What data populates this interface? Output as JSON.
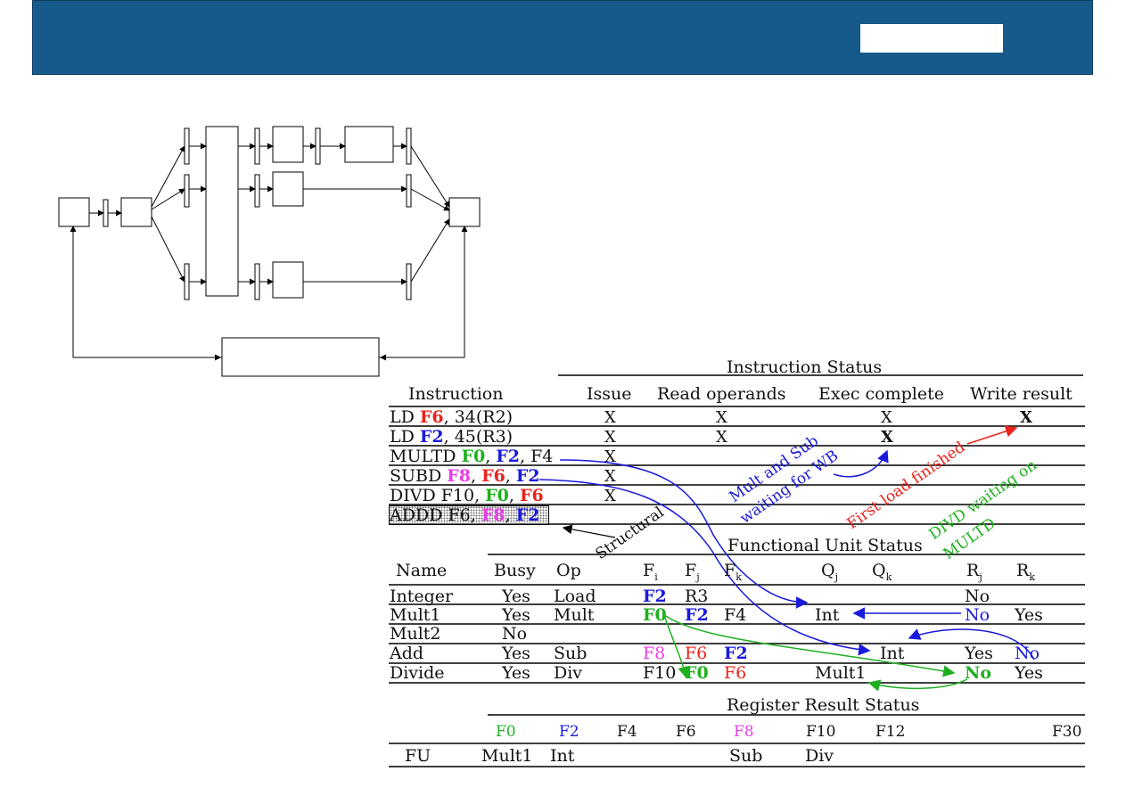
{
  "instruction_status": {
    "title": "Instruction Status",
    "columns": [
      "Instruction",
      "Issue",
      "Read operands",
      "Exec complete",
      "Write result"
    ],
    "rows": [
      {
        "parts": [
          {
            "t": "LD "
          },
          {
            "t": "F6",
            "c": "red"
          },
          {
            "t": ", 34(R2)"
          }
        ],
        "issue": "X",
        "read": "X",
        "exec": "X",
        "write": "X"
      },
      {
        "parts": [
          {
            "t": "LD "
          },
          {
            "t": "F2",
            "c": "blue"
          },
          {
            "t": ", 45(R3)"
          }
        ],
        "issue": "X",
        "read": "X",
        "exec": "X",
        "write": ""
      },
      {
        "parts": [
          {
            "t": "MULTD "
          },
          {
            "t": "F0",
            "c": "green"
          },
          {
            "t": ", "
          },
          {
            "t": "F2",
            "c": "blue"
          },
          {
            "t": ", F4"
          }
        ],
        "issue": "X",
        "read": "",
        "exec": "",
        "write": ""
      },
      {
        "parts": [
          {
            "t": "SUBD "
          },
          {
            "t": "F8",
            "c": "pink"
          },
          {
            "t": ", "
          },
          {
            "t": "F6",
            "c": "red"
          },
          {
            "t": ", "
          },
          {
            "t": "F2",
            "c": "blue"
          }
        ],
        "issue": "X",
        "read": "",
        "exec": "",
        "write": ""
      },
      {
        "parts": [
          {
            "t": "DIVD F10, "
          },
          {
            "t": "F0",
            "c": "green"
          },
          {
            "t": ", "
          },
          {
            "t": "F6",
            "c": "red"
          }
        ],
        "issue": "X",
        "read": "",
        "exec": "",
        "write": ""
      },
      {
        "parts": [
          {
            "t": "ADDD F6, "
          },
          {
            "t": "F8",
            "c": "pink"
          },
          {
            "t": ", "
          },
          {
            "t": "F2",
            "c": "blue"
          }
        ],
        "issue": "",
        "read": "",
        "exec": "",
        "write": ""
      }
    ]
  },
  "functional_unit_status": {
    "title": "Functional Unit Status",
    "columns": [
      "Name",
      "Busy",
      "Op",
      "Fi",
      "Fj",
      "Fk",
      "Qj",
      "Qk",
      "Rj",
      "Rk"
    ],
    "rows": [
      {
        "name": "Integer",
        "busy": "Yes",
        "op": "Load",
        "fi": "F2",
        "fj": "R3",
        "fk": "",
        "qj": "",
        "qk": "",
        "rj": "No",
        "rk": ""
      },
      {
        "name": "Mult1",
        "busy": "Yes",
        "op": "Mult",
        "fi": "F0",
        "fj": "F2",
        "fk": "F4",
        "qj": "Int",
        "qk": "",
        "rj": "No",
        "rk": "Yes"
      },
      {
        "name": "Mult2",
        "busy": "No",
        "op": "",
        "fi": "",
        "fj": "",
        "fk": "",
        "qj": "",
        "qk": "",
        "rj": "",
        "rk": ""
      },
      {
        "name": "Add",
        "busy": "Yes",
        "op": "Sub",
        "fi": "F8",
        "fj": "F6",
        "fk": "F2",
        "qj": "",
        "qk": "Int",
        "rj": "Yes",
        "rk": "No"
      },
      {
        "name": "Divide",
        "busy": "Yes",
        "op": "Div",
        "fi": "F10",
        "fj": "F0",
        "fk": "F6",
        "qj": "Mult1",
        "qk": "",
        "rj": "No",
        "rk": "Yes"
      }
    ]
  },
  "register_result_status": {
    "title": "Register Result Status",
    "registers": [
      "F0",
      "F2",
      "F4",
      "F6",
      "F8",
      "F10",
      "F12",
      "F30"
    ],
    "row_label": "FU",
    "values": [
      "Mult1",
      "Int",
      "",
      "",
      "Sub",
      "Div",
      "",
      ""
    ]
  },
  "annotations": {
    "structural": "Structural",
    "mult_sub": "Mult and Sub",
    "waiting_wb": "waiting for WB",
    "first_load": "First load finished",
    "divd_waiting": "DIVD waiting on",
    "multd": "MULTD"
  },
  "colors": {
    "header": "#155a8a",
    "red": "#e8241c",
    "blue": "#1a1adc",
    "green": "#1fb01f",
    "pink": "#e83ee8"
  }
}
